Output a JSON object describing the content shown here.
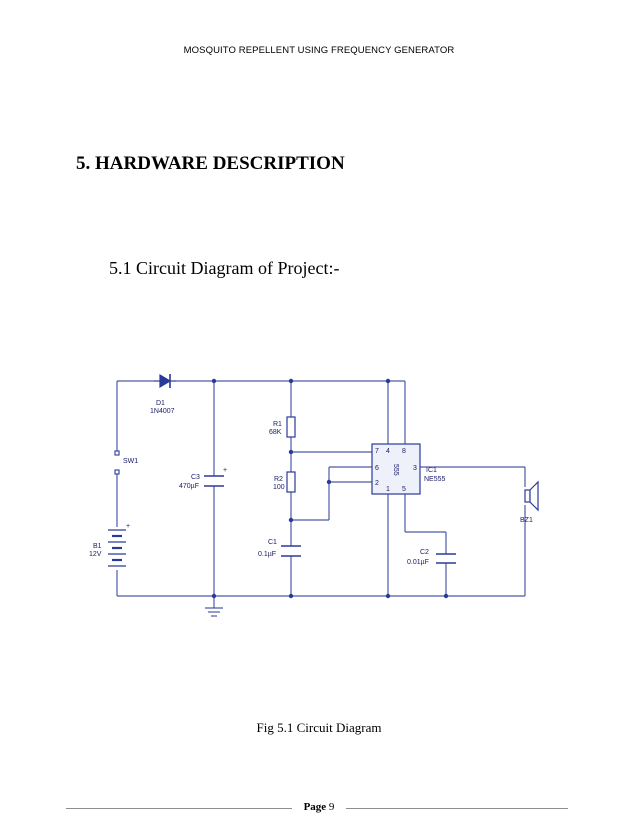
{
  "header": {
    "title": "MOSQUITO REPELLENT USING FREQUENCY GENERATOR"
  },
  "heading": "5. HARDWARE DESCRIPTION",
  "subheading": "5.1 Circuit Diagram of Project:-",
  "circuit": {
    "d1_ref": "D1",
    "d1_val": "1N4007",
    "sw1_ref": "SW1",
    "b1_ref": "B1",
    "b1_val": "12V",
    "c3_ref": "C3",
    "c3_val": "470µF",
    "r1_ref": "R1",
    "r1_val": "68K",
    "r2_ref": "R2",
    "r2_val": "100",
    "c1_ref": "C1",
    "c1_val": "0.1µF",
    "ic_ref": "IC1",
    "ic_val": "NE555",
    "ic_body": "555",
    "pin7": "7",
    "pin4": "4",
    "pin8": "8",
    "pin6": "6",
    "pin3": "3",
    "pin2": "2",
    "pin1": "1",
    "pin5": "5",
    "c2_ref": "C2",
    "c2_val": "0.01µF",
    "bz_ref": "BZ1"
  },
  "caption": "Fig 5.1 Circuit Diagram",
  "footer": {
    "page_label": "Page",
    "page_number": "9"
  }
}
